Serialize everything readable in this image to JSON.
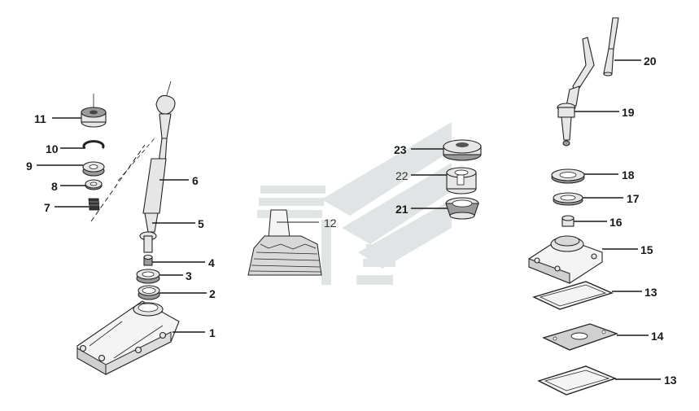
{
  "diagram": {
    "watermark_color": "#c9cfcf",
    "callouts": [
      {
        "id": "c11",
        "label": "11"
      },
      {
        "id": "c10",
        "label": "10"
      },
      {
        "id": "c9",
        "label": "9"
      },
      {
        "id": "c8",
        "label": "8"
      },
      {
        "id": "c7",
        "label": "7"
      },
      {
        "id": "c6",
        "label": "6"
      },
      {
        "id": "c5",
        "label": "5"
      },
      {
        "id": "c4",
        "label": "4"
      },
      {
        "id": "c3",
        "label": "3"
      },
      {
        "id": "c2",
        "label": "2"
      },
      {
        "id": "c1",
        "label": "1"
      },
      {
        "id": "c12",
        "label": "12"
      },
      {
        "id": "c23",
        "label": "23"
      },
      {
        "id": "c22",
        "label": "22"
      },
      {
        "id": "c21",
        "label": "21"
      },
      {
        "id": "c20",
        "label": "20"
      },
      {
        "id": "c19",
        "label": "19"
      },
      {
        "id": "c18",
        "label": "18"
      },
      {
        "id": "c17",
        "label": "17"
      },
      {
        "id": "c16",
        "label": "16"
      },
      {
        "id": "c15",
        "label": "15"
      },
      {
        "id": "c13a",
        "label": "13"
      },
      {
        "id": "c14",
        "label": "14"
      },
      {
        "id": "c13b",
        "label": "13"
      }
    ]
  }
}
